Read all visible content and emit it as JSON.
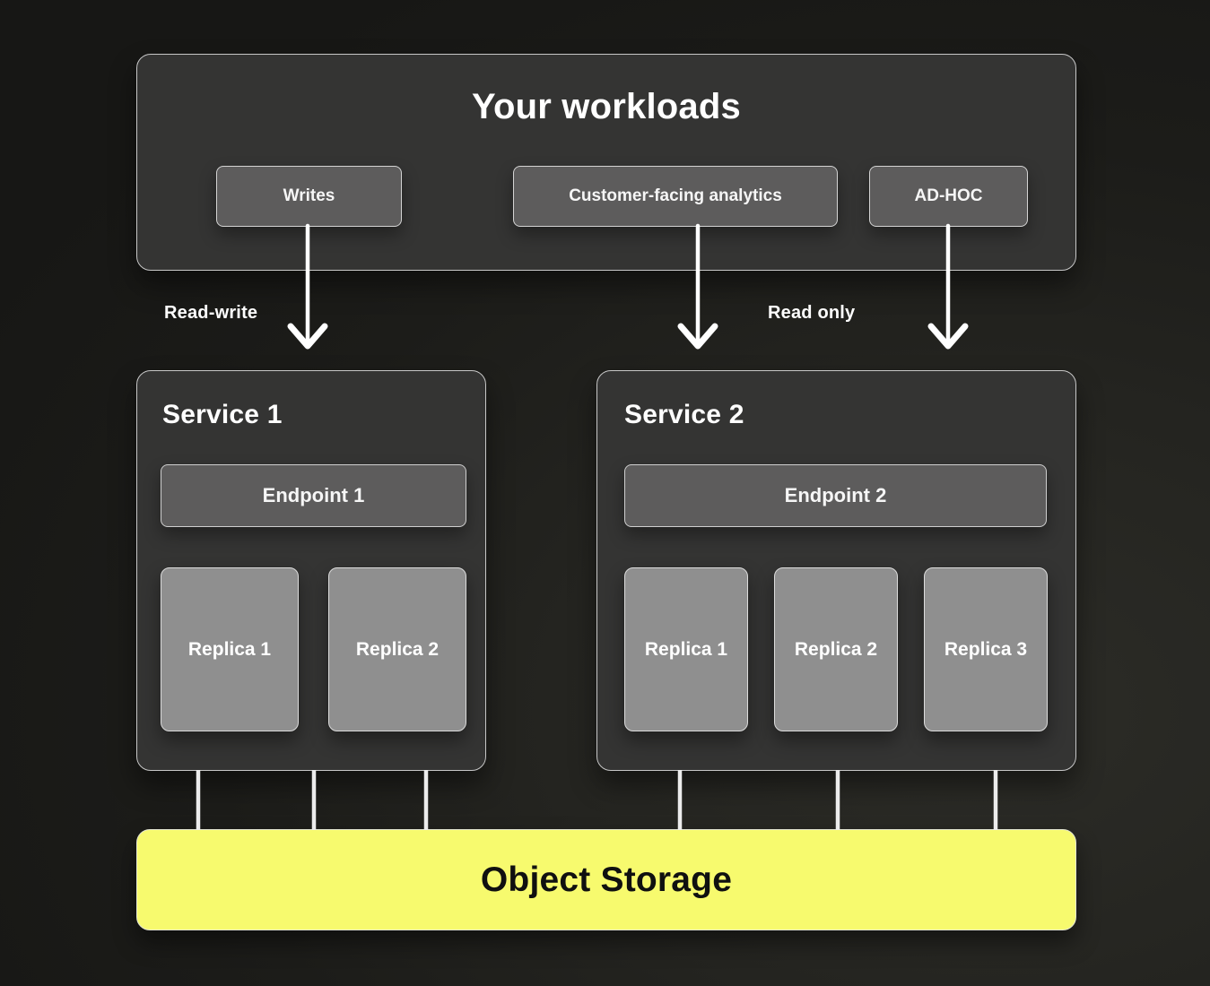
{
  "workloads": {
    "title": "Your workloads",
    "buttons": [
      {
        "label": "Writes"
      },
      {
        "label": "Customer-facing analytics"
      },
      {
        "label": "AD-HOC"
      }
    ]
  },
  "edges": {
    "read_write_label": "Read-write",
    "read_only_label": "Read only"
  },
  "services": [
    {
      "title": "Service 1",
      "endpoint": "Endpoint 1",
      "replicas": [
        "Replica 1",
        "Replica 2"
      ]
    },
    {
      "title": "Service 2",
      "endpoint": "Endpoint 2",
      "replicas": [
        "Replica 1",
        "Replica 2",
        "Replica 3"
      ]
    }
  ],
  "storage": {
    "label": "Object Storage"
  },
  "colors": {
    "storage_accent": "#f7fa6e",
    "panel_fill": "#343433",
    "chip_fill": "#5d5c5c",
    "replica_fill": "#8f8f8f",
    "arrow": "#ffffff"
  },
  "icons": {
    "arrow_down": "arrow-down-icon"
  }
}
